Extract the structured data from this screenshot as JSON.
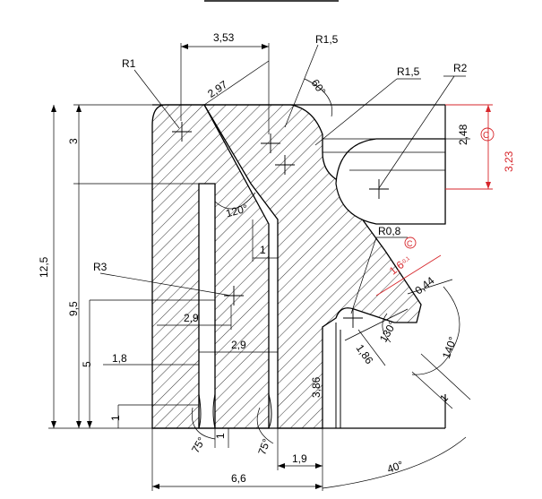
{
  "colors": {
    "line": "#000000",
    "accent": "#d7262b",
    "background": "#ffffff"
  },
  "labels": {
    "d_353": "3,53",
    "d_297": "2,97",
    "d_r1": "R1",
    "d_r15_top": "R1,5",
    "d_r15_mid": "R1,5",
    "d_r2": "R2",
    "d_60": "60°",
    "d_3": "3",
    "d_248": "2,48",
    "d_323": "3,23",
    "d_c_marker": "C",
    "d_125": "12,5",
    "d_95": "9,5",
    "d_5": "5",
    "d_1_left": "1",
    "d_120": "120°",
    "d_1_inner": "1",
    "d_r3": "R3",
    "d_29_upper": "2,9",
    "d_18": "1,8",
    "d_29_lower": "2,9",
    "d_r08": "R0,8",
    "d_16": "1,6",
    "d_16_tol": "-0,1",
    "d_044": "0,44",
    "d_130": "130°",
    "d_186": "1,86",
    "d_140": "140°",
    "d_386": "3,86",
    "d_1_right": "1",
    "d_75_left": "75°",
    "d_1_bottom": "1",
    "d_75_right": "75°",
    "d_19": "1,9",
    "d_66": "6,6",
    "d_40": "40°"
  }
}
